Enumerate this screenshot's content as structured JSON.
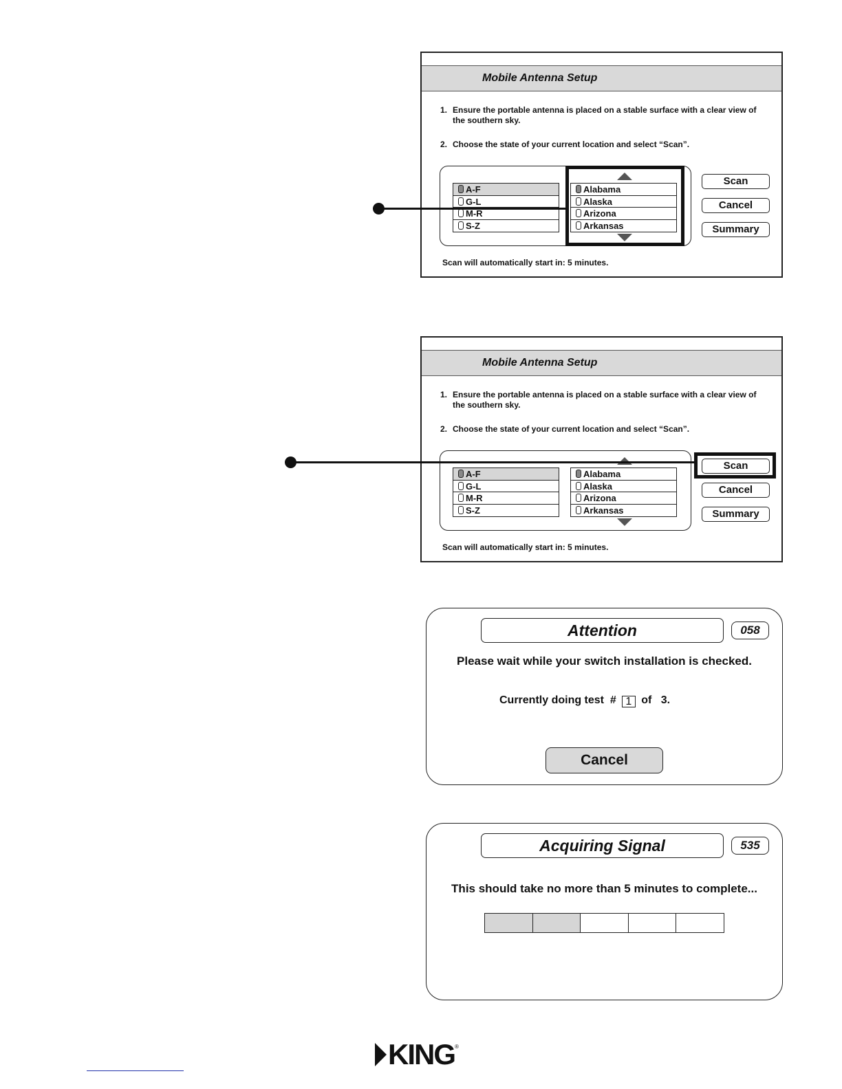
{
  "setup_panels": [
    {
      "title": "Mobile Antenna Setup",
      "step1_num": "1.",
      "step1_text": "Ensure the portable antenna is placed on a stable surface with a clear view of the southern sky.",
      "step2_num": "2.",
      "step2_text": "Choose the state of your current location and select “Scan”.",
      "groups": [
        "A-F",
        "G-L",
        "M-R",
        "S-Z"
      ],
      "states": [
        "Alabama",
        "Alaska",
        "Arizona",
        "Arkansas"
      ],
      "buttons": {
        "scan": "Scan",
        "cancel": "Cancel",
        "summary": "Summary"
      },
      "footer": "Scan will automatically start in: 5 minutes.",
      "highlight": "state-list"
    },
    {
      "title": "Mobile Antenna Setup",
      "step1_num": "1.",
      "step1_text": "Ensure the portable antenna is placed on a stable surface with a clear view of the southern sky.",
      "step2_num": "2.",
      "step2_text": "Choose the state of your current location and select “Scan”.",
      "groups": [
        "A-F",
        "G-L",
        "M-R",
        "S-Z"
      ],
      "states": [
        "Alabama",
        "Alaska",
        "Arizona",
        "Arkansas"
      ],
      "buttons": {
        "scan": "Scan",
        "cancel": "Cancel",
        "summary": "Summary"
      },
      "footer": "Scan will automatically start in: 5 minutes.",
      "highlight": "scan-button"
    }
  ],
  "attention_dialog": {
    "title": "Attention",
    "code": "058",
    "message": "Please wait while your switch installation is checked.",
    "test_prefix": "Currently doing test  #",
    "test_current": "1",
    "test_of": "of",
    "test_total": "3.",
    "cancel_label": "Cancel"
  },
  "acquiring_dialog": {
    "title": "Acquiring Signal",
    "code": "535",
    "message": "This should take no more than 5 minutes to complete...",
    "progress_segments": 5,
    "progress_filled": 2
  },
  "logo": {
    "text": "KING",
    "reg": "®"
  },
  "icons": [
    "radio-selected-icon",
    "radio-unselected-icon",
    "scroll-up-arrow-icon",
    "scroll-down-arrow-icon",
    "callout-dot-icon",
    "play-triangle-icon"
  ]
}
